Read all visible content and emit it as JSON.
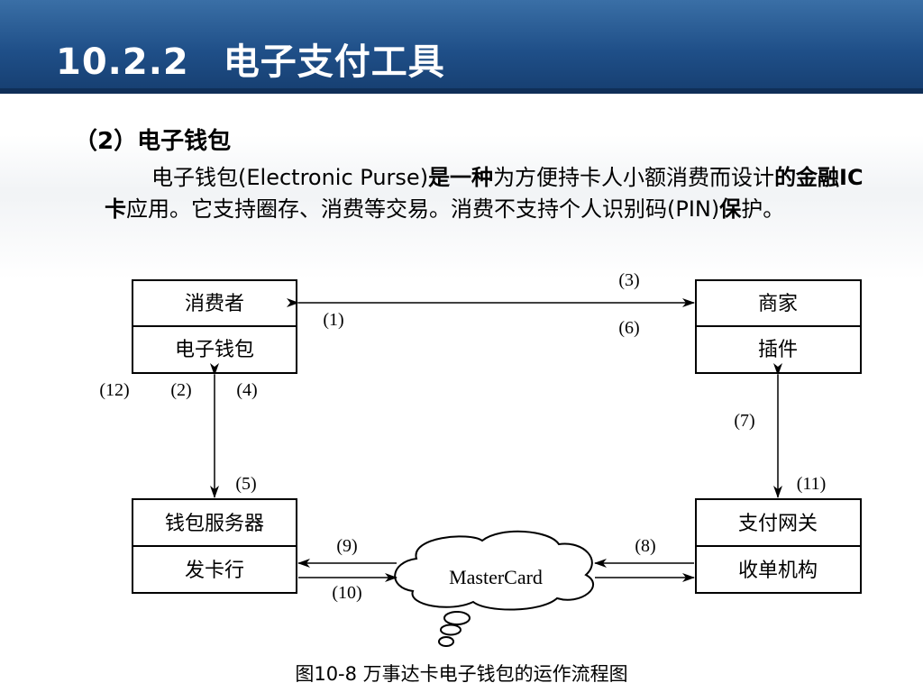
{
  "header": {
    "section_number": "10.2.2",
    "title": "电子支付工具"
  },
  "section": {
    "title": "（2）电子钱包"
  },
  "paragraph": {
    "part1": "电子钱包(Electronic Purse)",
    "part2": "是一种",
    "part3": "为方便持卡人小额消费而设计",
    "part4": "的金融IC卡",
    "part5": "应用。它支持圈存、消费等交易。消费不支持个人识别码(PIN)",
    "part6": "保",
    "part7": "护。"
  },
  "diagram": {
    "consumer": {
      "top": "消费者",
      "bottom": "电子钱包"
    },
    "merchant": {
      "top": "商家",
      "bottom": "插件"
    },
    "wallet_server": {
      "top": "钱包服务器",
      "bottom": "发卡行"
    },
    "payment_gateway": {
      "top": "支付网关",
      "bottom": "收单机构"
    },
    "cloud": "MasterCard",
    "labels": {
      "l1": "(1)",
      "l2": "(2)",
      "l3": "(3)",
      "l4": "(4)",
      "l5": "(5)",
      "l6": "(6)",
      "l7": "(7)",
      "l8": "(8)",
      "l9": "(9)",
      "l10": "(10)",
      "l11": "(11)",
      "l12": "(12)"
    }
  },
  "caption": "图10-8  万事达卡电子钱包的运作流程图"
}
